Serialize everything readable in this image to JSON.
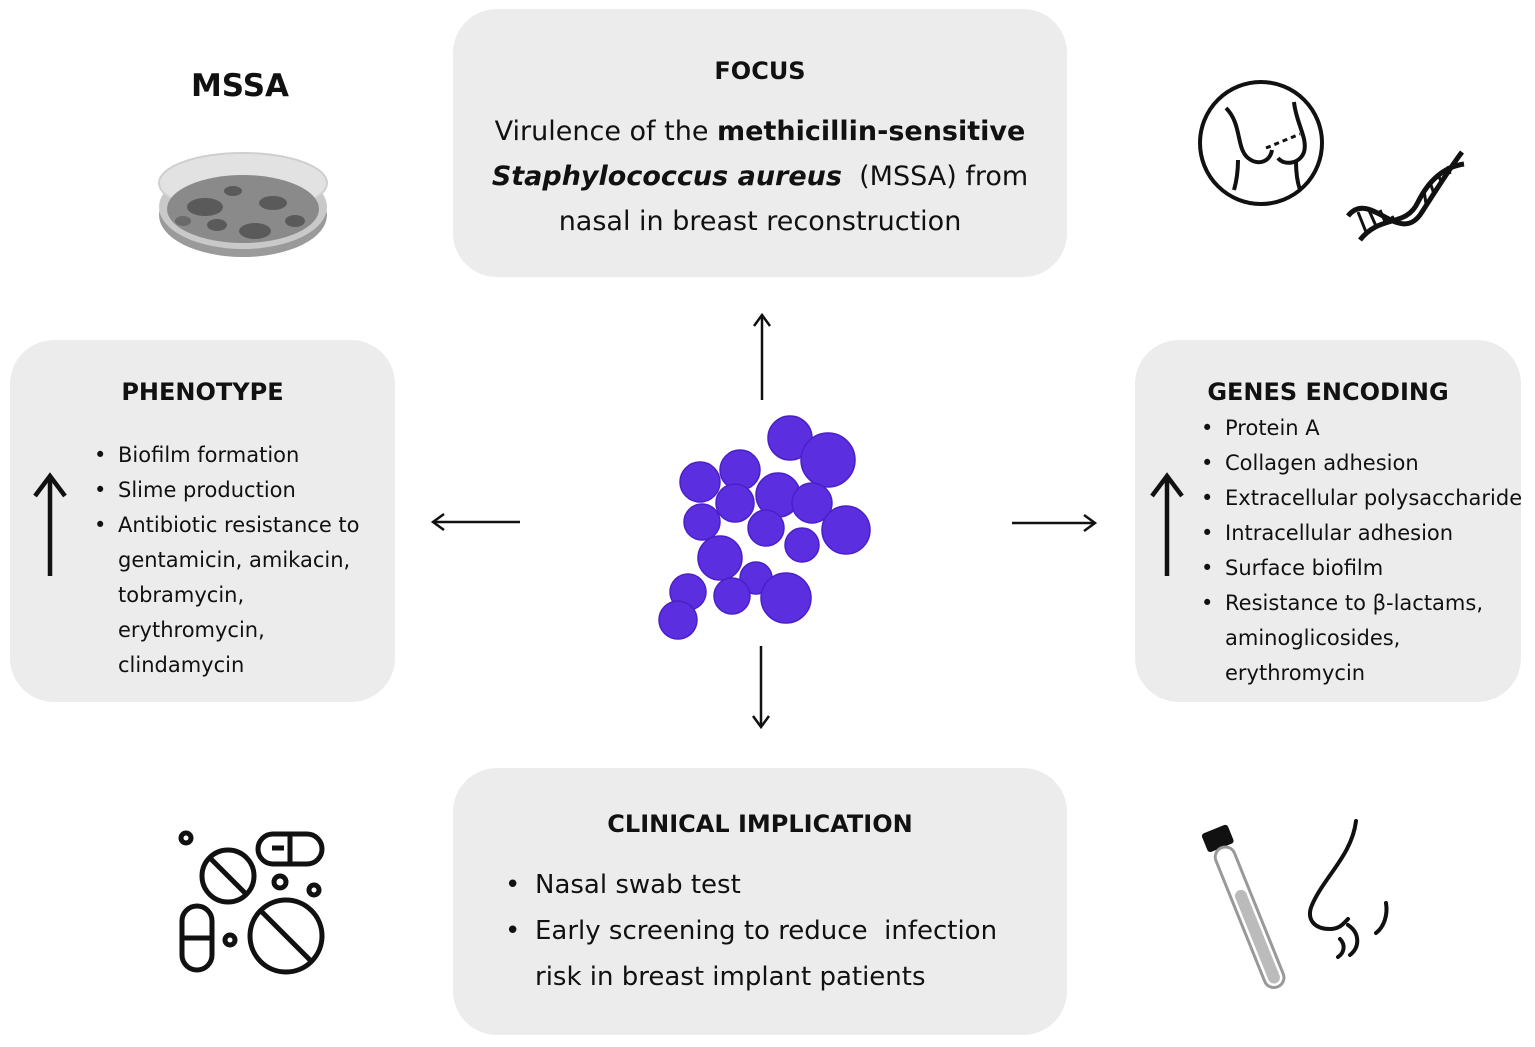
{
  "mssa_label": "MSSA",
  "focus": {
    "title": "FOCUS",
    "line1_prefix": "Virulence of the ",
    "line1_bold": "methicillin-sensitive",
    "line2_bold_italic": "Staphylococcus aureus",
    "line2_suffix": "  (MSSA) from",
    "line3": "nasal in breast reconstruction"
  },
  "phenotype": {
    "title": "PHENOTYPE",
    "items": [
      "Biofilm formation",
      "Slime production",
      "Antibiotic resistance to"
    ],
    "continuation": [
      "gentamicin, amikacin,",
      "tobramycin,",
      "erythromycin,",
      "clindamycin"
    ]
  },
  "genes": {
    "title": "GENES ENCODING",
    "items": [
      "Protein A",
      "Collagen adhesion",
      "Extracellular polysaccharide",
      "Intracellular adhesion",
      "Surface biofilm",
      "Resistance to β-lactams,"
    ],
    "continuation": [
      "aminoglicosides,",
      "erythromycin"
    ]
  },
  "clinical": {
    "title": "CLINICAL IMPLICATION",
    "items": [
      "Nasal swab test",
      "Early screening to reduce  infection"
    ],
    "continuation": [
      "risk in breast implant patients"
    ]
  },
  "colors": {
    "box": "#ececec",
    "cocci": "#5b2ee0",
    "ink": "#111111"
  },
  "icons": [
    "petri-dish-icon",
    "breast-icon",
    "dna-icon",
    "pills-icon",
    "test-tube-icon",
    "nose-icon",
    "staphylococcus-cluster"
  ]
}
